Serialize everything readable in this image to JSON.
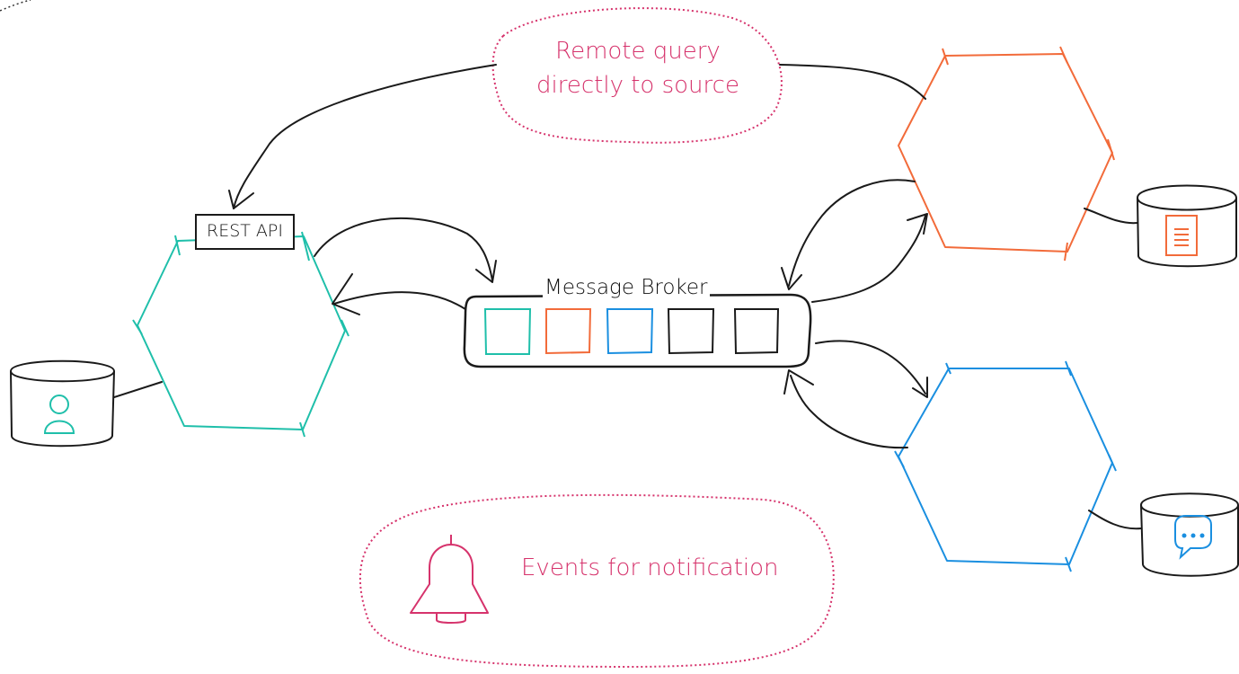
{
  "clouds": {
    "remote_query_line1": "Remote query",
    "remote_query_line2": "directly to source",
    "events_text": "Events for notification"
  },
  "rest_api_label": "REST API",
  "message_broker_label": "Message Broker",
  "colors": {
    "teal": "#1fbfaa",
    "orange": "#f26b3a",
    "blue": "#1a8fe0",
    "black": "#1a1a1a",
    "annotation": "#d6336c"
  },
  "icons": {
    "left_db": "user-icon",
    "top_right_db": "document-icon",
    "bottom_right_db": "chat-bubble-icon",
    "events": "bell-icon"
  }
}
